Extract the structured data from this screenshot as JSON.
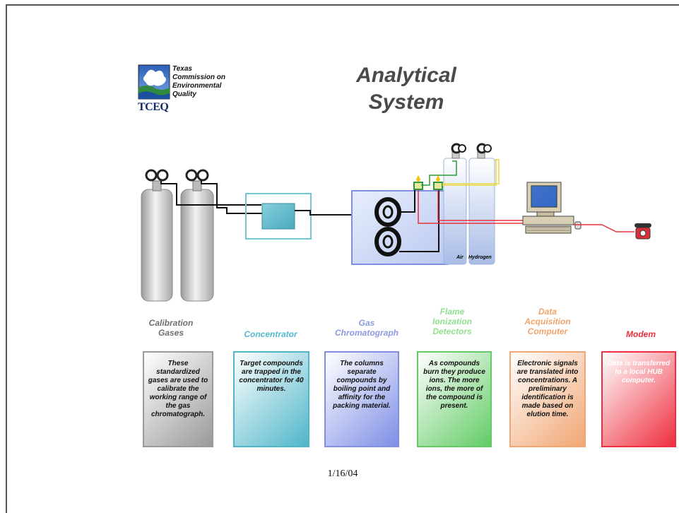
{
  "slide": {
    "title": "Analytical System",
    "date": "1/16/04"
  },
  "logo": {
    "line1": "Texas",
    "line2": "Commission on",
    "line3": "Environmental",
    "line4": "Quality",
    "abbrev": "TCEQ"
  },
  "equipment": {
    "air_label": "Air",
    "hydrogen_label": "Hydrogen"
  },
  "stages": [
    {
      "label_line1": "Calibration",
      "label_line2": "Gases",
      "label_line3": "",
      "description": "These standardized gases are used to calibrate the working range of the gas chromatograph.",
      "label_color": "#6e6e6e"
    },
    {
      "label_line1": "Concentrator",
      "label_line2": "",
      "label_line3": "",
      "description": "Target compounds are trapped in the concentrator for 40 minutes.",
      "label_color": "#55b8cc"
    },
    {
      "label_line1": "Gas",
      "label_line2": "Chromatograph",
      "label_line3": "",
      "description": "The columns separate compounds by boiling point and affinity for the packing material.",
      "label_color": "#8a9be0"
    },
    {
      "label_line1": "Flame",
      "label_line2": "Ionization",
      "label_line3": "Detectors",
      "description": "As compounds burn they produce ions. The more ions, the more of the compound is present.",
      "label_color": "#8fe08f"
    },
    {
      "label_line1": "Data",
      "label_line2": "Acquisition",
      "label_line3": "Computer",
      "description": "Electronic signals are translated into concentrations. A preliminary identification is made based on elution time.",
      "label_color": "#f0a46a"
    },
    {
      "label_line1": "Modem",
      "label_line2": "",
      "label_line3": "",
      "description": "Data is transferred to a local HUB computer.",
      "label_color": "#e8303a"
    }
  ],
  "colors": {
    "calibration_box": "#9a9a9a",
    "concentrator_box": "#4fb6c9",
    "chromatograph_box": "#7f8fe6",
    "detector_box": "#62cc66",
    "computer_box": "#f1a673",
    "modem_box": "#ee2f3f"
  }
}
